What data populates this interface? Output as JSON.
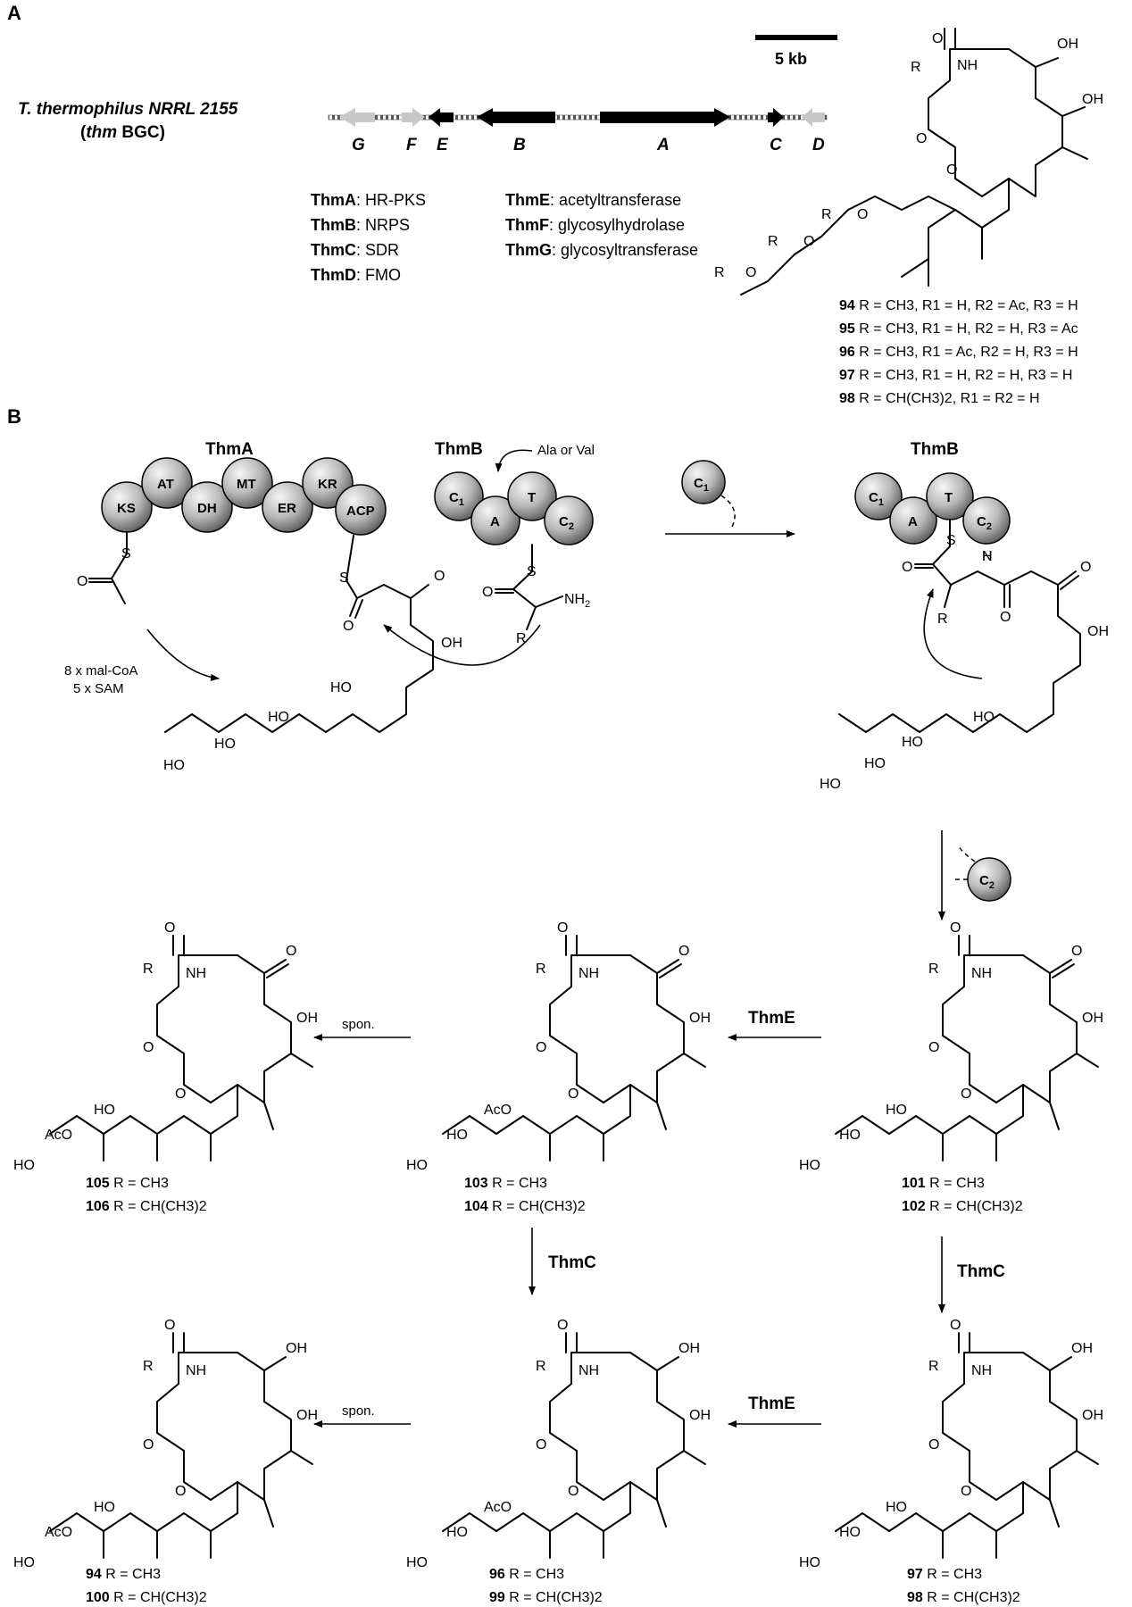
{
  "panel_a": {
    "letter": "A",
    "organism_line1": "T. thermophilus NRRL 2155",
    "organism_line2": "(thm BGC)",
    "scale_label": "5 kb",
    "genes": [
      "G",
      "F",
      "E",
      "B",
      "A",
      "C",
      "D"
    ],
    "legend_left": [
      {
        "name": "ThmA",
        "desc": ": HR-PKS"
      },
      {
        "name": "ThmB",
        "desc": ": NRPS"
      },
      {
        "name": "ThmC",
        "desc": ": SDR"
      },
      {
        "name": "ThmD",
        "desc": ": FMO"
      }
    ],
    "legend_right": [
      {
        "name": "ThmE",
        "desc": ": acetyltransferase"
      },
      {
        "name": "ThmF",
        "desc": ": glycosylhydrolase"
      },
      {
        "name": "ThmG",
        "desc": ": glycosyltransferase"
      }
    ],
    "compounds": [
      {
        "id": "94",
        "text": " R = CH3, R1 = H, R2 = Ac, R3 = H"
      },
      {
        "id": "95",
        "text": " R = CH3, R1 = H, R2 = H, R3 = Ac"
      },
      {
        "id": "96",
        "text": " R = CH3, R1 = Ac, R2 = H, R3 = H"
      },
      {
        "id": "97",
        "text": " R = CH3, R1 = H, R2 = H, R3 = H"
      },
      {
        "id": "98",
        "text": " R = CH(CH3)2, R1 = R2 = H"
      }
    ]
  },
  "panel_b": {
    "letter": "B",
    "thmA_label": "ThmA",
    "thmB_label": "ThmB",
    "thmB_label2": "ThmB",
    "pks_domains": [
      "KS",
      "AT",
      "DH",
      "MT",
      "ER",
      "KR",
      "ACP"
    ],
    "nrps_domains": [
      "C1",
      "A",
      "T",
      "C2"
    ],
    "ala_val": "Ala or Val",
    "malcoa": "8 x mal-CoA",
    "sam": "5 x SAM",
    "c1": "C1",
    "c2": "C2",
    "thmE_1": "ThmE",
    "thmE_2": "ThmE",
    "thmC_1": "ThmC",
    "thmC_2": "ThmC",
    "spon_1": "spon.",
    "spon_2": "spon.",
    "labels": {
      "l101": "101",
      "l101t": " R = CH3",
      "l102": "102",
      "l102t": " R = CH(CH3)2",
      "l103": "103",
      "l103t": " R = CH3",
      "l104": "104",
      "l104t": " R = CH(CH3)2",
      "l105": "105",
      "l105t": " R = CH3",
      "l106": "106",
      "l106t": " R = CH(CH3)2",
      "l97": "97",
      "l97t": " R = CH3",
      "l98": "98",
      "l98t": " R = CH(CH3)2",
      "l96": "96",
      "l96t": " R = CH3",
      "l99": "99",
      "l99t": " R = CH(CH3)2",
      "l94": "94",
      "l94t": " R = CH3",
      "l100": "100",
      "l100t": " R = CH(CH3)2"
    }
  },
  "colors": {
    "gene_black": "#000000",
    "gene_grey": "#c8c8c8",
    "sphere_light": "#f2f2f2",
    "sphere_dark": "#6e6e6e"
  }
}
